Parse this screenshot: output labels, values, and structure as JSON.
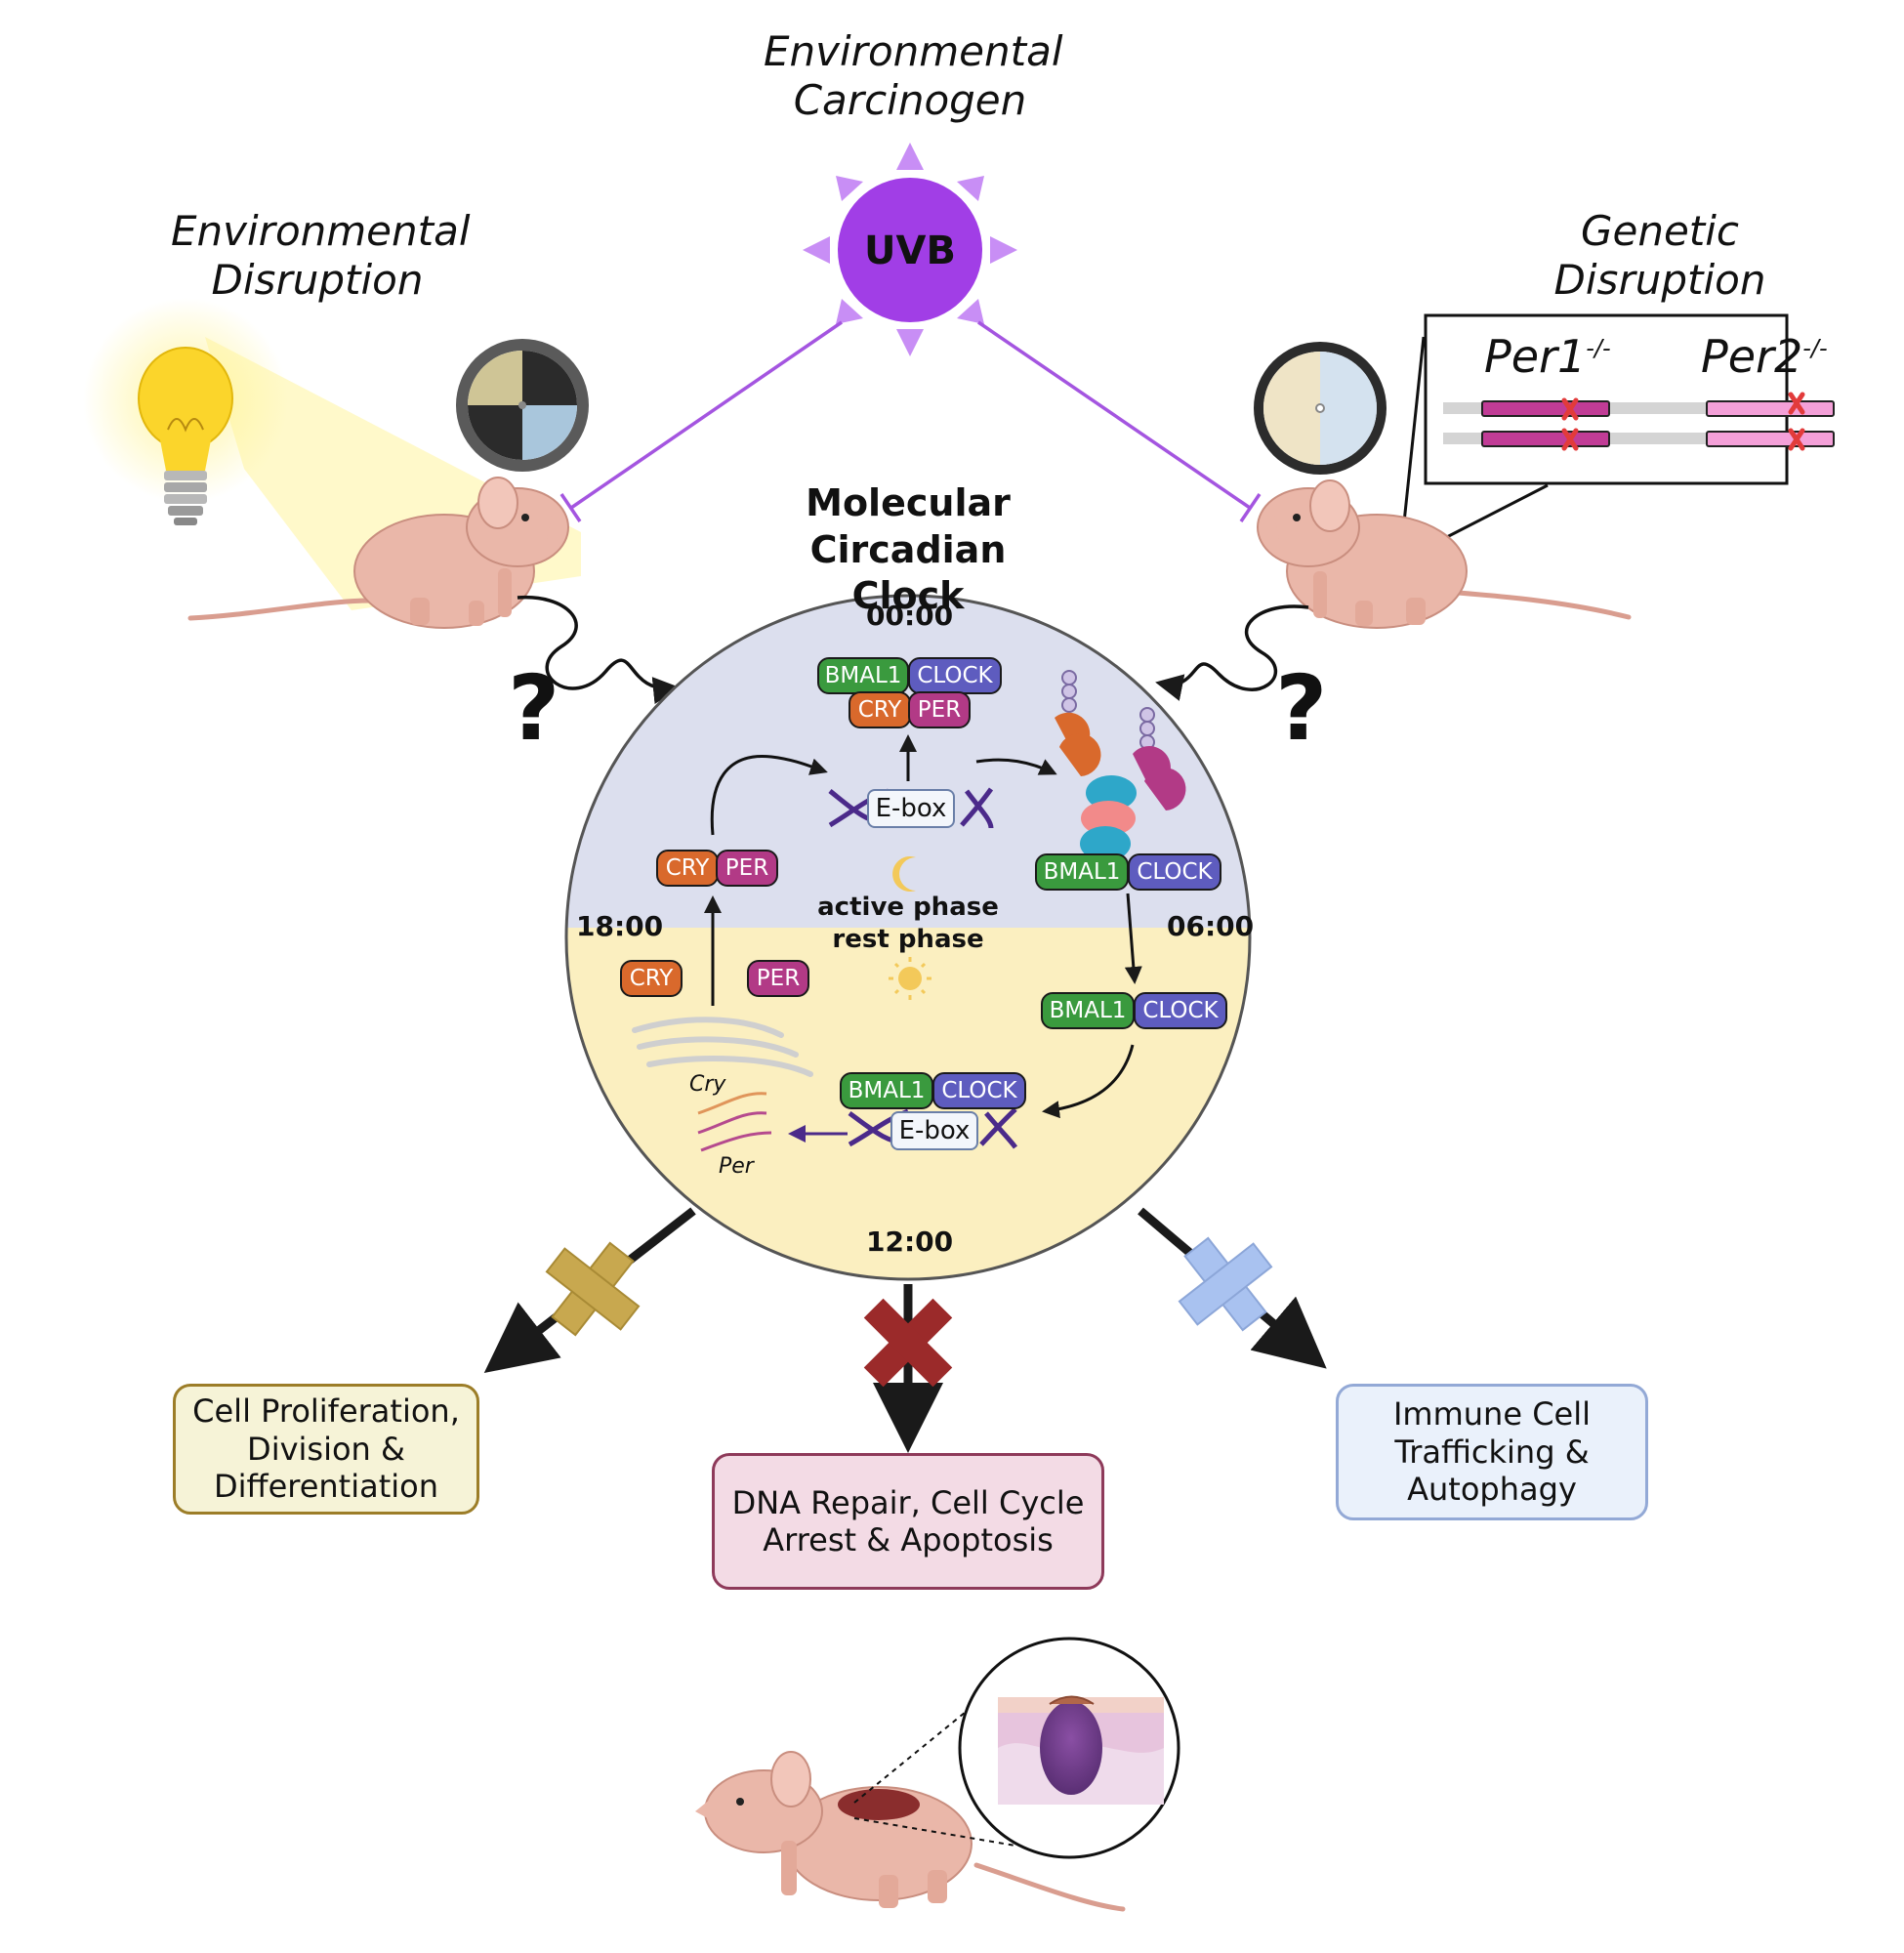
{
  "titles": {
    "environmental_carcinogen": "Environmental Carcinogen",
    "environmental_disruption": "Environmental Disruption",
    "genetic_disruption": "Genetic Disruption",
    "clock": "Molecular Circadian Clock",
    "uvb": "UVB"
  },
  "genotypes": {
    "per1": "Per1",
    "per2": "Per2",
    "ko": "-/-"
  },
  "question_mark": "?",
  "times": {
    "t0": "00:00",
    "t6": "06:00",
    "t12": "12:00",
    "t18": "18:00"
  },
  "phases": {
    "active": "active phase",
    "rest": "rest phase"
  },
  "proteins": {
    "bmal1": "BMAL1",
    "clock": "CLOCK",
    "cry": "CRY",
    "per": "PER"
  },
  "ebox": "E-box",
  "genes": {
    "cry": "Cry",
    "per": "Per"
  },
  "outcomes": {
    "proliferation": "Cell Proliferation, Division & Differentiation",
    "dna_repair": "DNA Repair, Cell Cycle Arrest & Apoptosis",
    "immune": "Immune Cell Trafficking & Autophagy"
  },
  "colors": {
    "uvb": "#a13ee6",
    "night": "#dcdfee",
    "day": "#fbefc0",
    "proliferation_border": "#9c7d28",
    "proliferation_fill": "#f6f3d7",
    "dna_border": "#8e3a5a",
    "dna_fill": "#f3dbe5",
    "immune_border": "#93a9d6",
    "immune_fill": "#eaf1fb"
  }
}
